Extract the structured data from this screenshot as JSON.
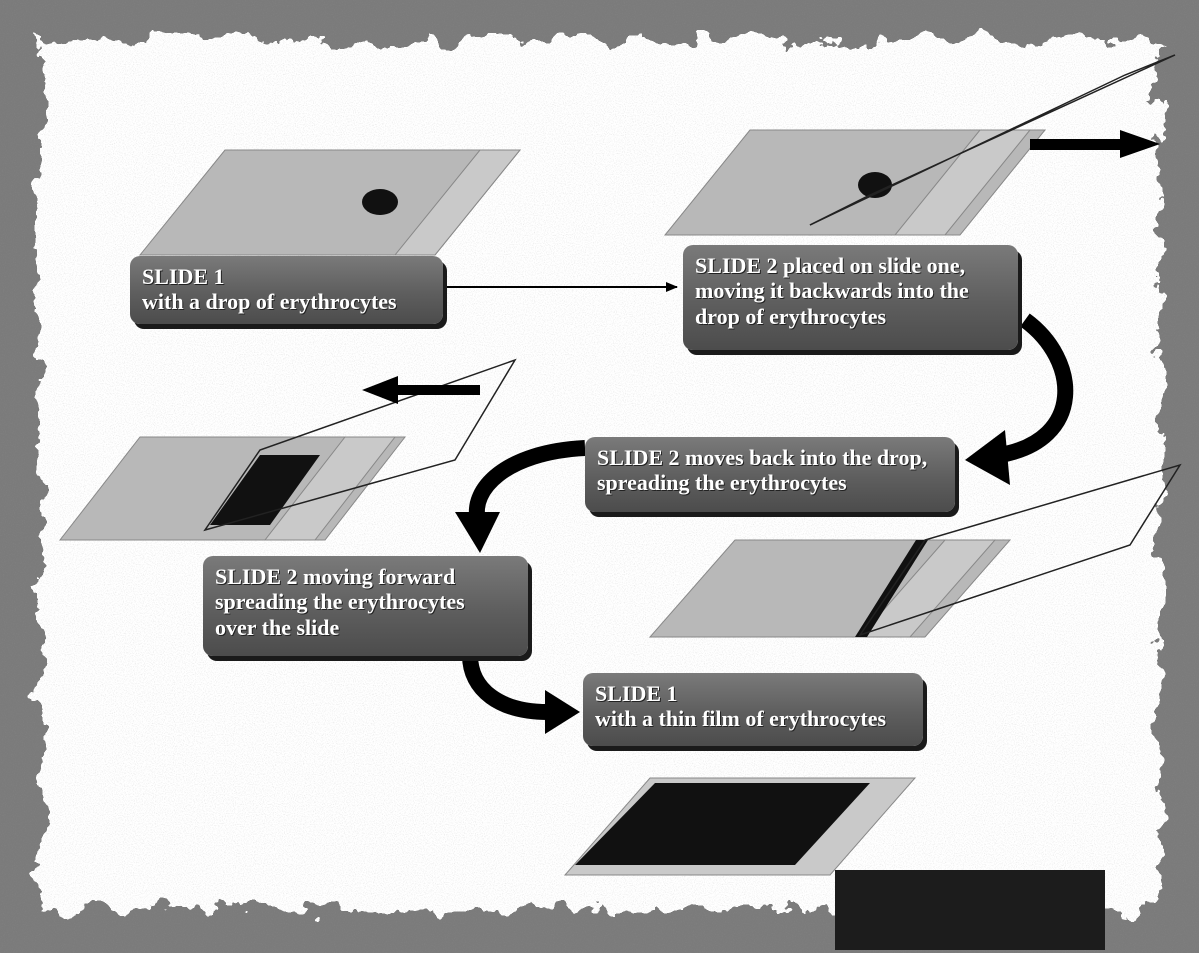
{
  "labels": {
    "step1": {
      "line1": "SLIDE 1",
      "line2": "with a drop of erythrocytes"
    },
    "step2": {
      "line1": "SLIDE 2 placed on slide one,",
      "line2": "moving it backwards into the",
      "line3": "drop of erythrocytes"
    },
    "step3": {
      "line1": "SLIDE 2 moves back into the drop,",
      "line2": "spreading the erythrocytes"
    },
    "step4": {
      "line1": "SLIDE 2 moving forward",
      "line2": "spreading the erythrocytes",
      "line3": "over the slide"
    },
    "step5": {
      "line1": "SLIDE 1",
      "line2": "with a thin film of erythrocytes"
    }
  },
  "colors": {
    "slide_fill": "#b8b8b8",
    "slide_end": "#c9c9c9",
    "blood": "#111111",
    "box_fill": "#666666",
    "box_text": "#ffffff",
    "arrow": "#000000",
    "border_smudge": "#6a6a6a"
  }
}
